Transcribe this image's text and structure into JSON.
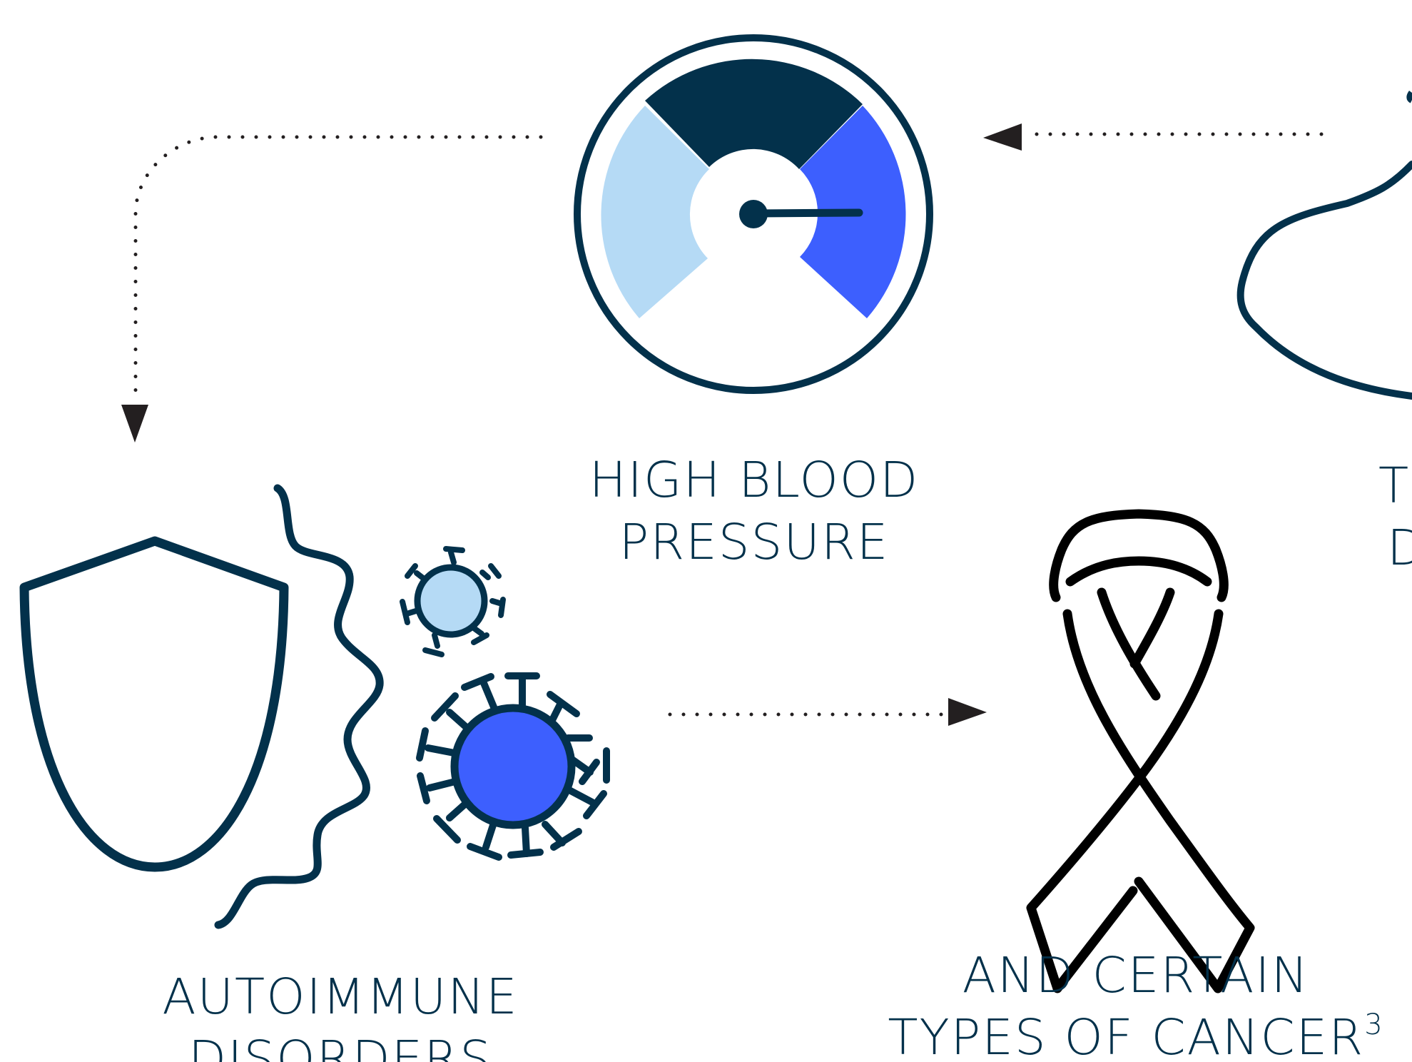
{
  "colors": {
    "navy": "#03314b",
    "light_blue": "#b5daf5",
    "bright_blue": "#3d5ffe",
    "black": "#000000",
    "arrow": "#231f20",
    "background": "#ffffff"
  },
  "nodes": {
    "high_blood_pressure": {
      "icon": "gauge-icon",
      "label_line1": "HIGH BLOOD",
      "label_line2": "PRESSURE"
    },
    "autoimmune_disorders": {
      "icon": "shield-virus-icon",
      "label_line1": "AUTOIMMUNE",
      "label_line2": "DISORDERS"
    },
    "cancer": {
      "icon": "awareness-ribbon-icon",
      "label_line1": "AND CERTAIN",
      "label_line2_text": "TYPES OF CANCER",
      "label_line2_superscript": "3"
    },
    "right_edge_partial": {
      "icon": "partial-outline-icon",
      "label_line1": "T",
      "label_line2": "D"
    }
  }
}
